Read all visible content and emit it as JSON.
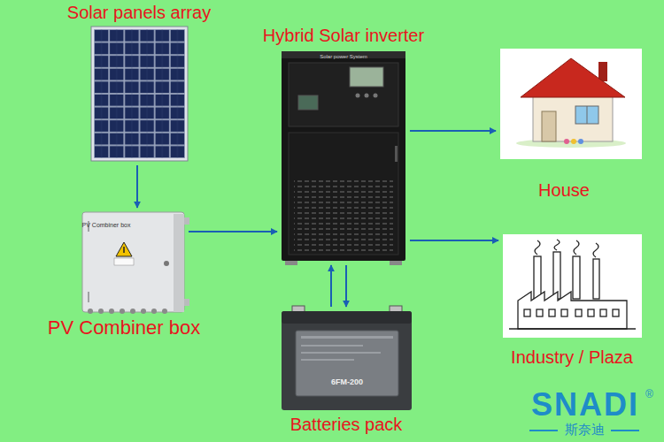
{
  "diagram": {
    "nodes": [
      {
        "text": [
          "Solar panels array"
        ]
      },
      {
        "text": [
          "Hybrid Solar inverter"
        ]
      },
      {
        "text": [
          "House"
        ]
      },
      {
        "text": [
          "PV Combiner box"
        ]
      },
      {
        "text": [
          "Industry / Plaza"
        ]
      },
      {
        "text": [
          "Batteries pack"
        ]
      }
    ],
    "edges": [
      {
        "from": 0,
        "to": 3,
        "arrow": "to"
      },
      {
        "from": 3,
        "to": 1,
        "arrow": "to"
      },
      {
        "from": 1,
        "to": 2,
        "arrow": "to"
      },
      {
        "from": 1,
        "to": 4,
        "arrow": "to"
      },
      {
        "from": 1,
        "to": 5,
        "arrow": "to"
      },
      {
        "from": 5,
        "to": 1,
        "arrow": "to"
      }
    ],
    "labels": [
      "PV Combiner box",
      "Solar power System",
      "6FM-200",
      "SNADI",
      "®",
      "斯奈迪"
    ]
  }
}
